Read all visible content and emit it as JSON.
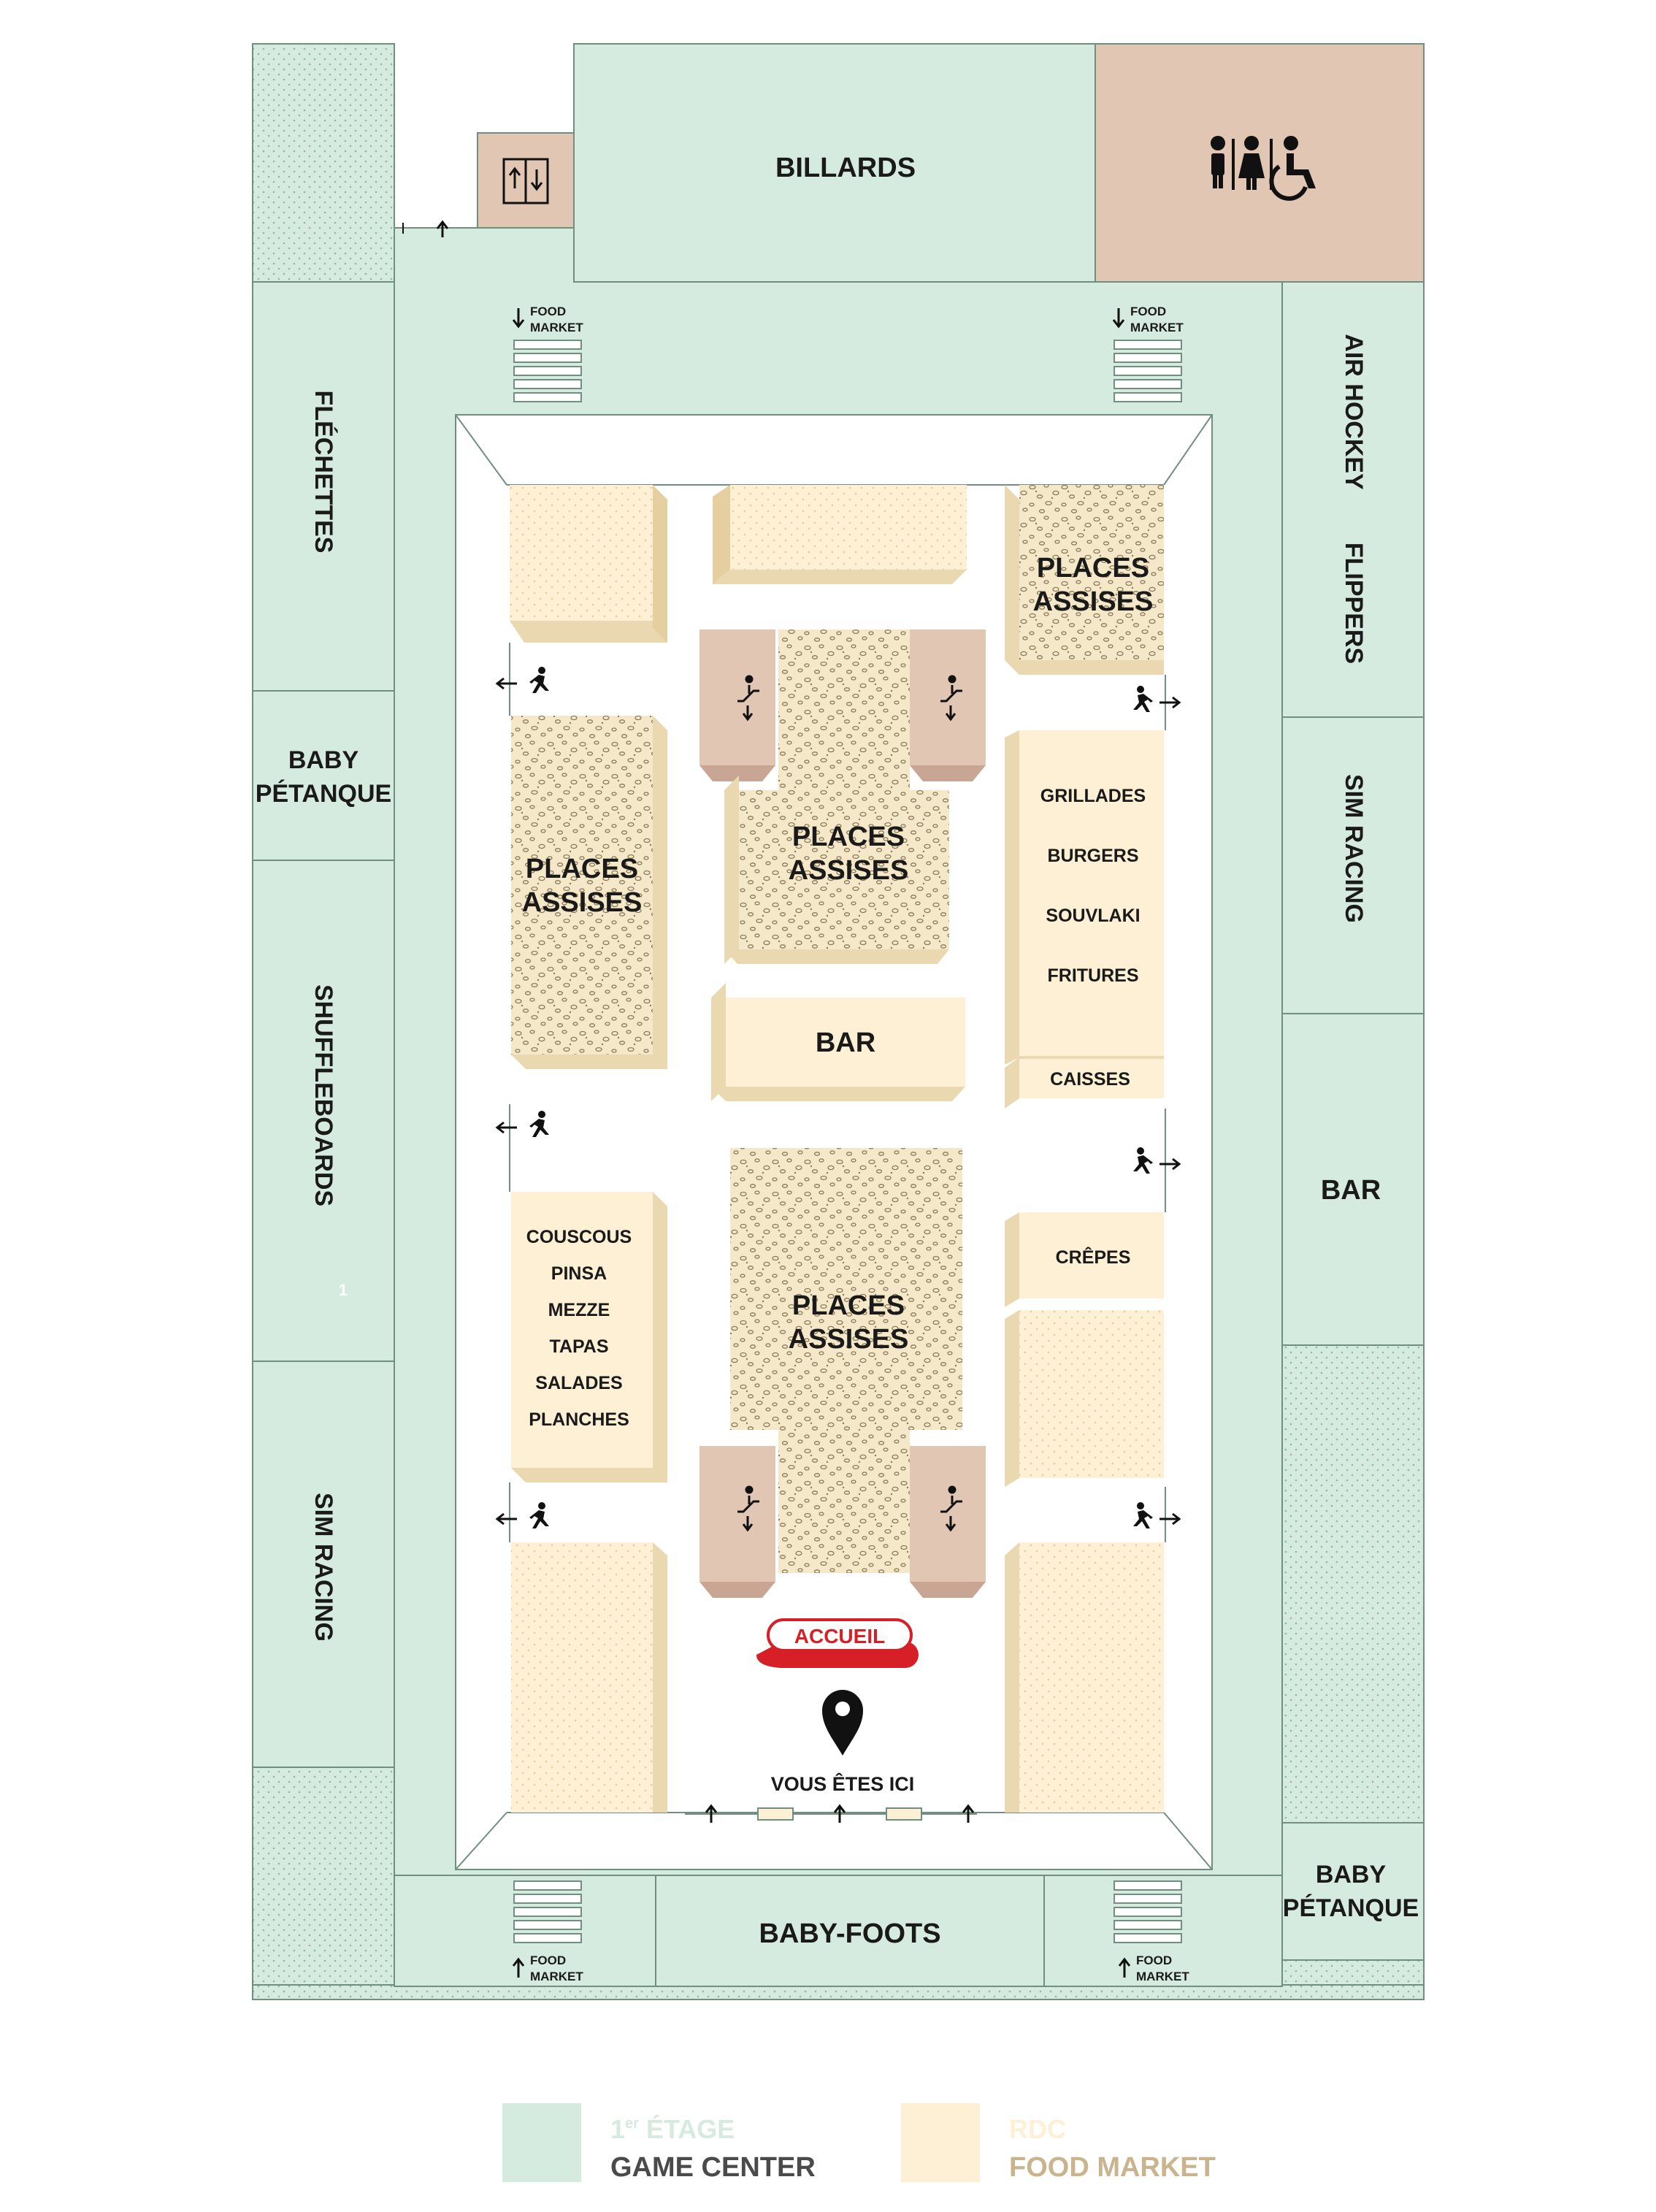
{
  "colors": {
    "game_center": "#d5ebe0",
    "food_market": "#fdf0d5",
    "escalator": "#e2c6b4",
    "toilets": "#e2c6b4",
    "accueil": "#e02a2a",
    "legend_floor1": "#d5ebe0",
    "legend_rdc": "#fdf0d5"
  },
  "upper_floor": {
    "billards": "BILLARDS",
    "flechettes": "FLÉCHETTES",
    "baby_petanque_left": [
      "BABY",
      "PÉTANQUE"
    ],
    "shuffleboards": "SHUFFLEBOARDS",
    "shuffleboards_number": "1",
    "sim_racing_left": "SIM RACING",
    "air_hockey": "AIR HOCKEY",
    "flippers": "FLIPPERS",
    "sim_racing_right": "SIM RACING",
    "bar_right": "BAR",
    "baby_petanque_right": [
      "BABY",
      "PÉTANQUE"
    ],
    "baby_foots": "BABY-FOOTS",
    "food_market_stairs": [
      "FOOD",
      "MARKET"
    ]
  },
  "ground_floor": {
    "places_assises": [
      "PLACES",
      "ASSISES"
    ],
    "bar": "BAR",
    "right_stalls": [
      "GRILLADES",
      "BURGERS",
      "SOUVLAKI",
      "FRITURES"
    ],
    "caisses": "CAISSES",
    "crepes": "CRÊPES",
    "left_stalls": [
      "COUSCOUS",
      "PINSA",
      "MEZZE",
      "TAPAS",
      "SALADES",
      "PLANCHES"
    ],
    "accueil": "ACCUEIL",
    "you_are_here": "VOUS ÊTES ICI"
  },
  "legend": [
    {
      "floor": "1er ÉTAGE",
      "floor_main": "1",
      "floor_sup": "er",
      "floor_rest": " ÉTAGE",
      "name": "GAME CENTER"
    },
    {
      "floor": "RDC",
      "name": "FOOD MARKET"
    }
  ]
}
